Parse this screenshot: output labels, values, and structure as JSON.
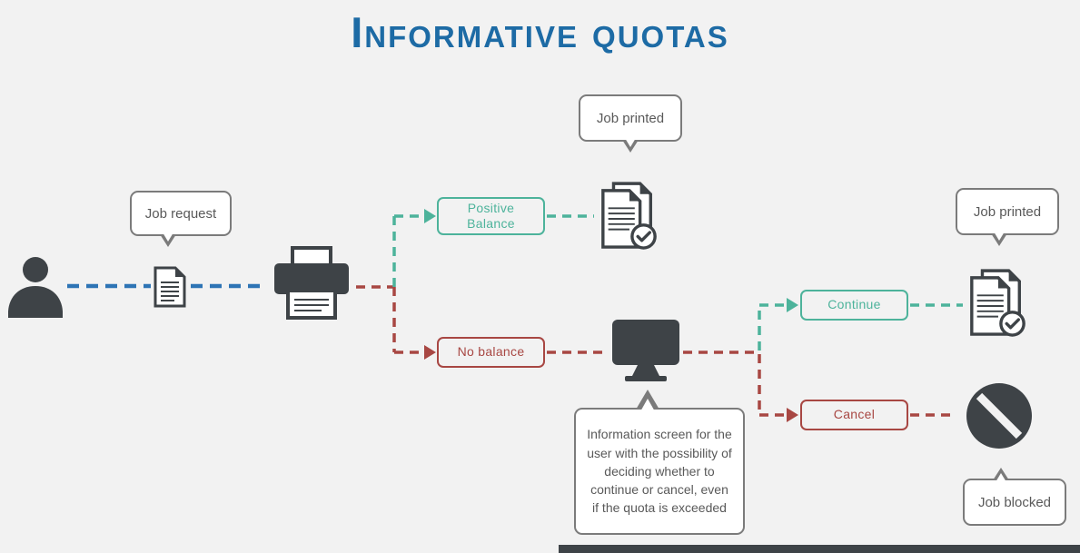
{
  "title": "Informative quotas",
  "colors": {
    "title_blue": "#1d6ba5",
    "flow_blue": "#2e74b5",
    "teal": "#4db39b",
    "red": "#a84743",
    "icon_dark": "#3e4347",
    "bubble_border": "#7b7b7b",
    "text_gray": "#595959",
    "background": "#f2f2f2"
  },
  "bubbles": {
    "job_request": "Job request",
    "job_printed_top": "Job printed",
    "job_printed_right": "Job printed",
    "job_blocked": "Job blocked",
    "info_screen": "Information screen for the user with the possibility of deciding whether to continue or cancel, even if the quota is exceeded"
  },
  "decisions": {
    "positive_balance": "Positive\nBalance",
    "no_balance": "No balance",
    "continue": "Continue",
    "cancel": "Cancel"
  },
  "icons": {
    "user": "user-silhouette-icon",
    "job_document": "document-icon",
    "printer": "printer-icon",
    "printed_docs_top": "printed-documents-check-icon",
    "monitor": "monitor-icon",
    "printed_docs_right": "printed-documents-check-icon",
    "blocked": "blocked-icon"
  }
}
